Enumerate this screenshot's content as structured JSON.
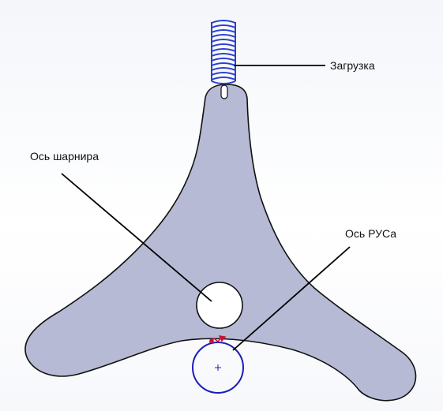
{
  "labels": {
    "load": "Загрузка",
    "hinge_axis": "Ось шарнира",
    "rus_axis": "Ось РУСа"
  },
  "colors": {
    "body_fill": "#b6bad4",
    "body_stroke": "#111111",
    "spring": "#2b3fd0",
    "rus_circle": "#1a1fb8",
    "marker": "#cc1133",
    "leader_line": "#000000"
  },
  "icons": {
    "center_mark": "plus-icon",
    "contact_marker": "red-arrow-marker"
  }
}
